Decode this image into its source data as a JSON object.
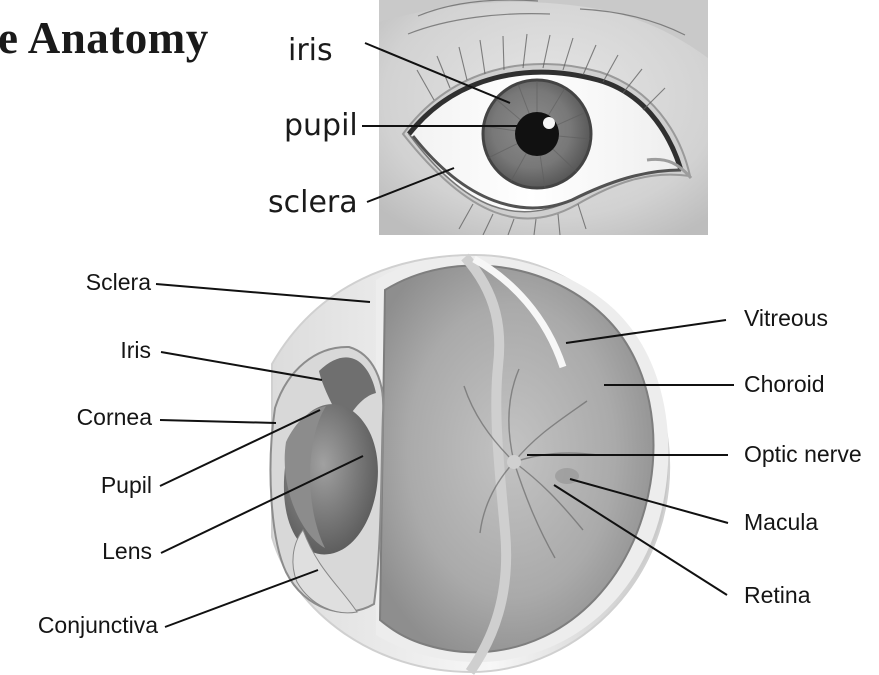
{
  "title": "e Anatomy",
  "external_eye": {
    "labels": {
      "iris": "iris",
      "pupil": "pupil",
      "sclera": "sclera"
    }
  },
  "cross_section": {
    "left_labels": {
      "sclera": "Sclera",
      "iris": "Iris",
      "cornea": "Cornea",
      "pupil": "Pupil",
      "lens": "Lens",
      "conjunctiva": "Conjunctiva"
    },
    "right_labels": {
      "vitreous": "Vitreous",
      "choroid": "Choroid",
      "optic_nerve": "Optic nerve",
      "macula": "Macula",
      "retina": "Retina"
    }
  },
  "colors": {
    "text": "#151515",
    "photo_background": "#d7d7d7",
    "sclera_shell": "#e8e8e8",
    "vitreous_interior": "#b8b8b8",
    "iris_dark": "#555555"
  },
  "icons": {
    "external_eye_image": "eye-illustration-icon",
    "cross_section_image": "eye-cross-section-icon"
  }
}
